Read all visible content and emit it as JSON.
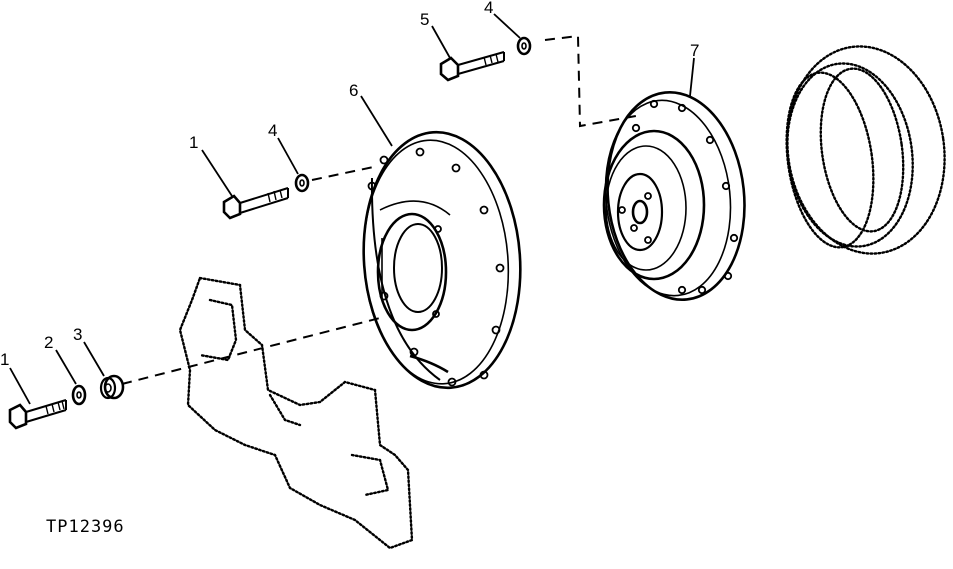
{
  "figure_id": "TP12396",
  "callouts": [
    {
      "id": "c1a",
      "text": "1"
    },
    {
      "id": "c2",
      "text": "2"
    },
    {
      "id": "c3",
      "text": "3"
    },
    {
      "id": "c1b",
      "text": "1"
    },
    {
      "id": "c4a",
      "text": "4"
    },
    {
      "id": "c5",
      "text": "5"
    },
    {
      "id": "c4b",
      "text": "4"
    },
    {
      "id": "c6",
      "text": "6"
    },
    {
      "id": "c7",
      "text": "7"
    }
  ]
}
